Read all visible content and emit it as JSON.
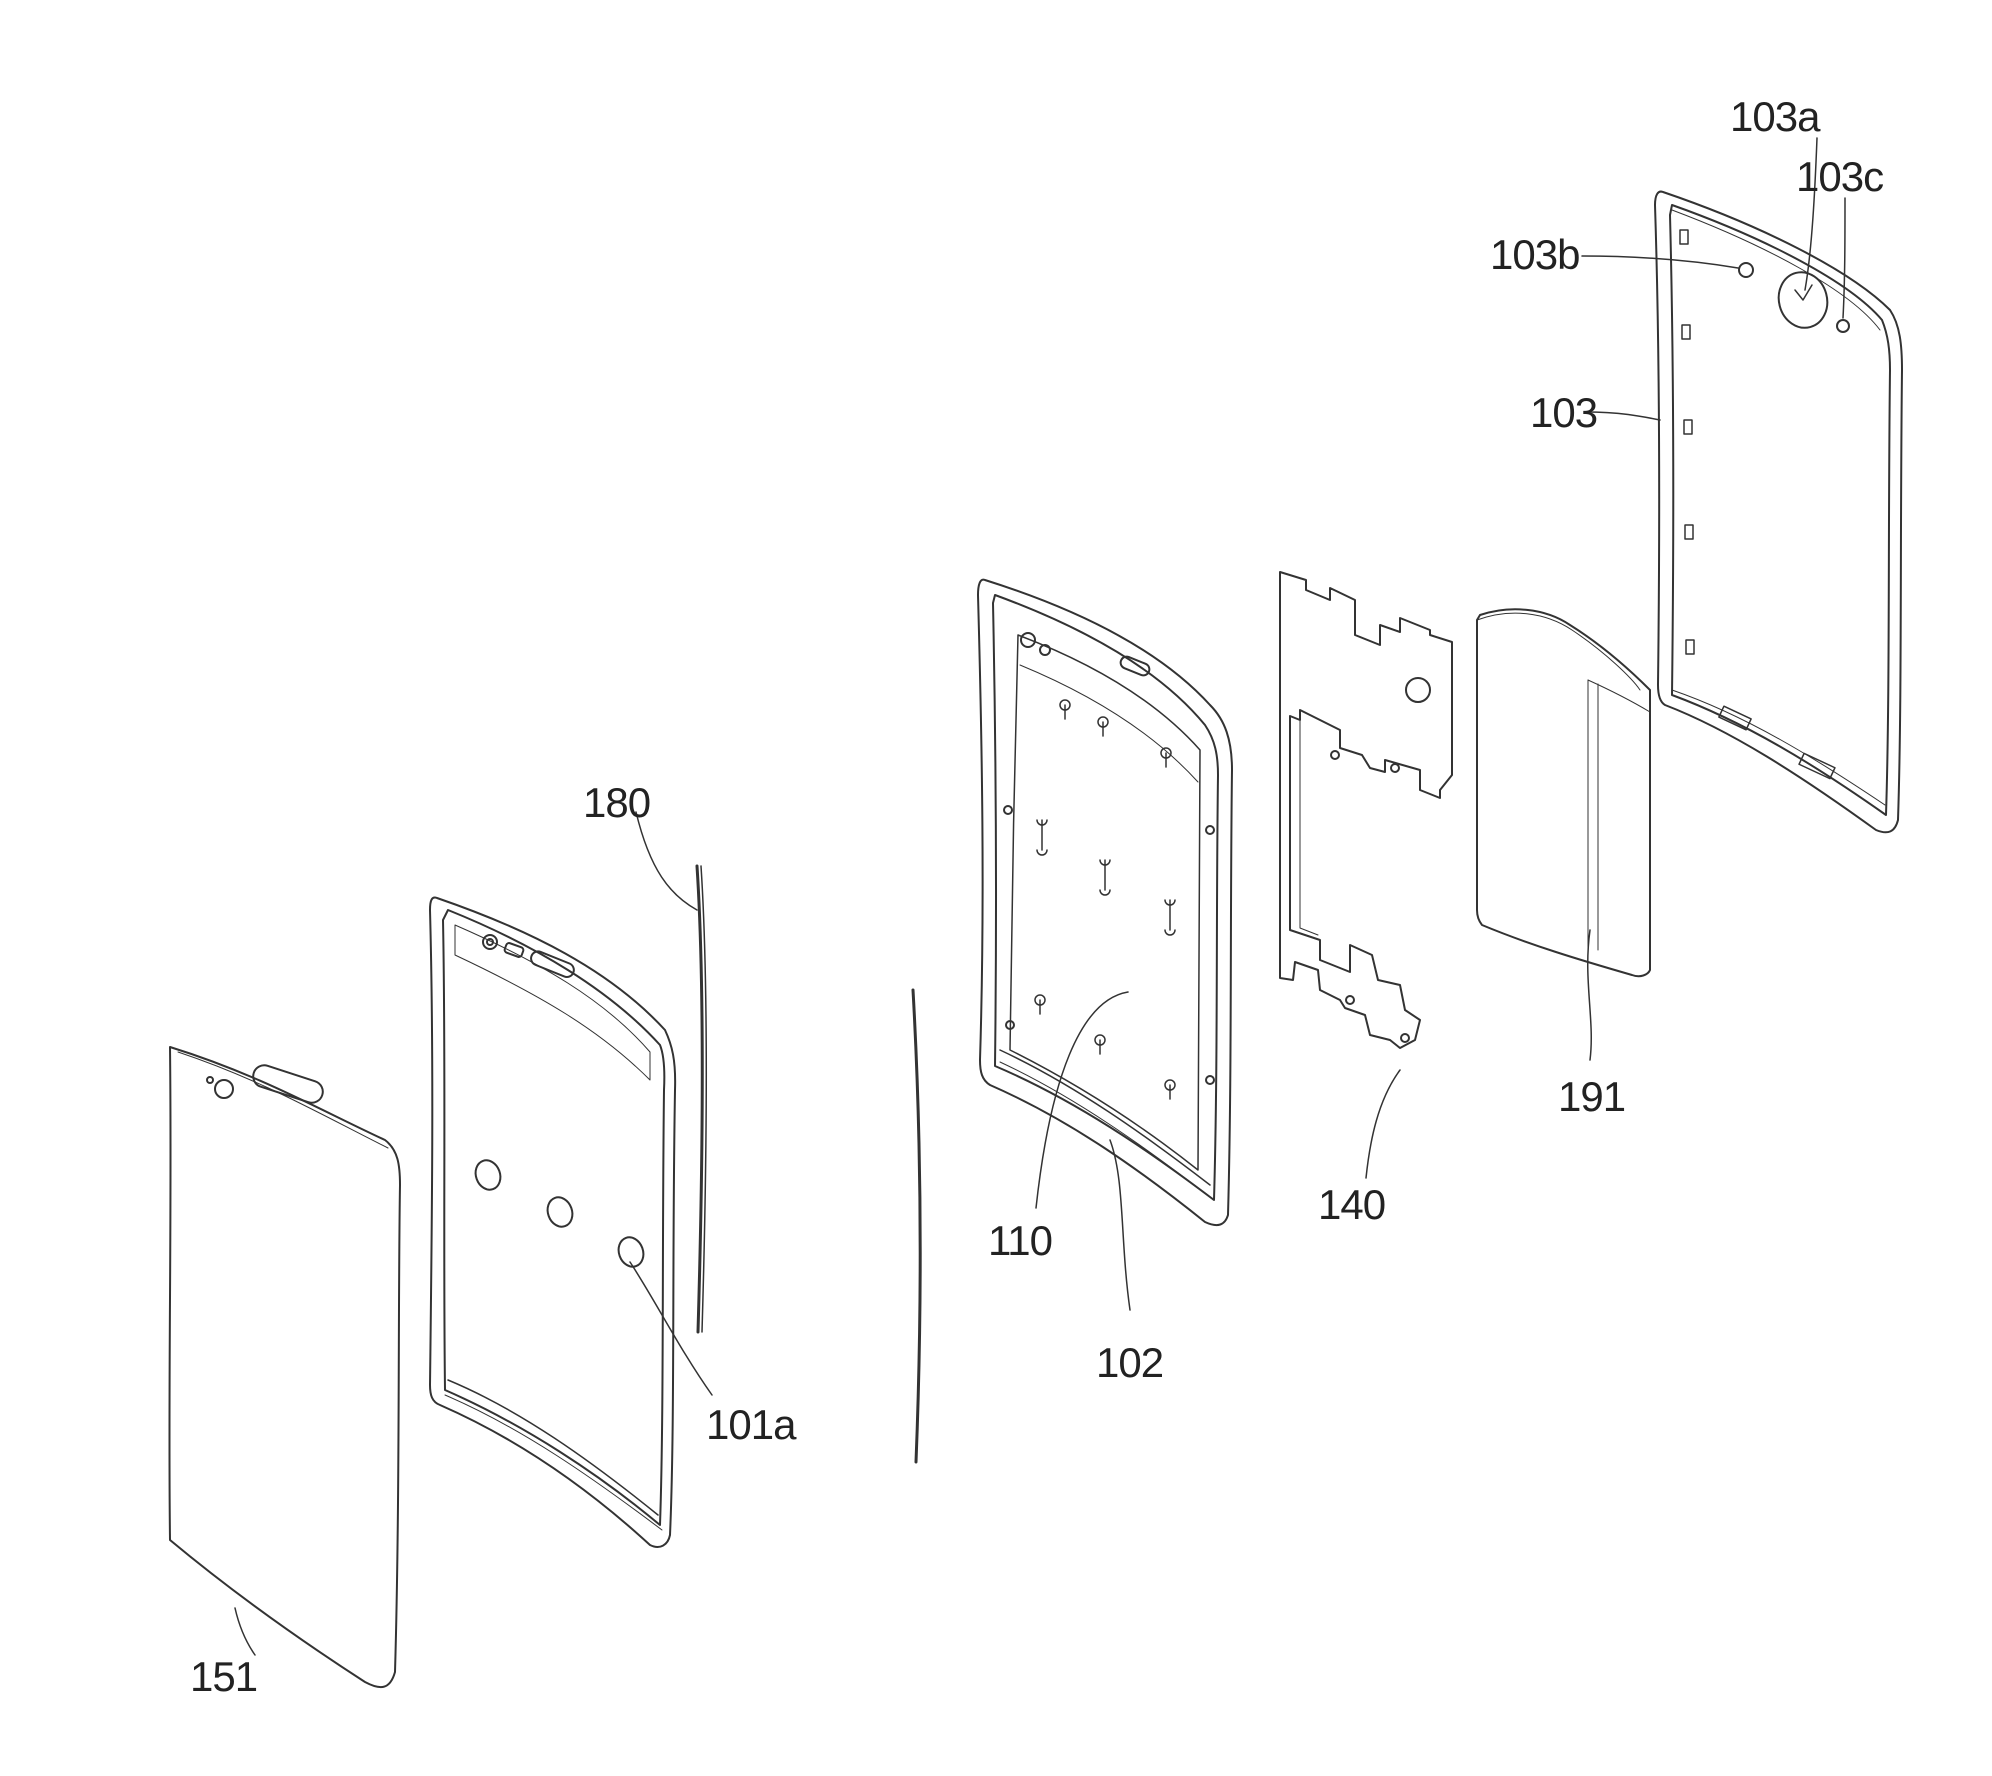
{
  "figure": {
    "labels": {
      "l103a": "103a",
      "l103c": "103c",
      "l103b": "103b",
      "l103": "103",
      "l180": "180",
      "l110": "110",
      "l140": "140",
      "l191": "191",
      "l102": "102",
      "l101a": "101a",
      "l151": "151"
    }
  }
}
